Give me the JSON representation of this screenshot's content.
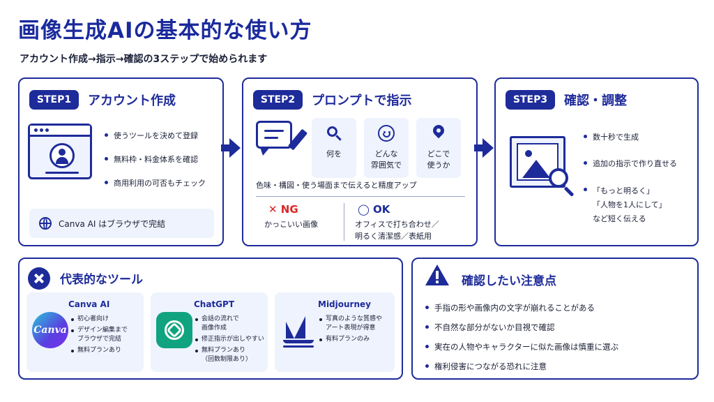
{
  "header": {
    "title": "画像生成AIの基本的な使い方",
    "subtitle": "アカウント作成→指示→確認の3ステップで始められます"
  },
  "steps": [
    {
      "badge": "STEP1",
      "title": "アカウント作成",
      "bullets": [
        "使うツールを決めて登録",
        "無料枠・料金体系を確認",
        "商用利用の可否もチェック"
      ],
      "note": "Canva AI はブラウザで完結"
    },
    {
      "badge": "STEP2",
      "title": "プロンプトで指示",
      "words": [
        {
          "icon": "search-icon",
          "label": "何を"
        },
        {
          "icon": "smile-icon",
          "label": "どんな\n雰囲気で"
        },
        {
          "icon": "location-pin-icon",
          "label": "どこで\n使うか"
        }
      ],
      "tip": "色味・構図・使う場面まで伝えると精度アップ",
      "ng": {
        "title": "✕ NG",
        "text": "かっこいい画像"
      },
      "ok": {
        "title": "◯ OK",
        "text": "オフィスで打ち合わせ／\n明るく清潔感／表紙用"
      }
    },
    {
      "badge": "STEP3",
      "title": "確認・調整",
      "bullets": [
        "数十秒で生成",
        "追加の指示で作り直せる",
        "「もっと明るく」\n「人物を1人にして」\nなど短く伝える"
      ]
    }
  ],
  "tools_section": {
    "title": "代表的なツール",
    "tools": [
      {
        "name": "Canva AI",
        "logo_text": "Canva",
        "features": [
          "初心者向け",
          "デザイン編集まで\nブラウザで完結",
          "無料プランあり"
        ]
      },
      {
        "name": "ChatGPT",
        "features": [
          "会話の流れで\n画像作成",
          "修正指示が出しやすい",
          "無料プランあり\n（回数制限あり）"
        ]
      },
      {
        "name": "Midjourney",
        "features": [
          "写真のような質感や\nアート表現が得意",
          "有料プランのみ"
        ]
      }
    ]
  },
  "warnings_section": {
    "title": "確認したい注意点",
    "items": [
      "手指の形や画像内の文字が崩れることがある",
      "不自然な部分がないか目視で確認",
      "実在の人物やキャラクターに似た画像は慎重に選ぶ",
      "権利侵害につながる恐れに注意"
    ]
  },
  "colors": {
    "primary": "#1e2b9a",
    "ng": "#d62828",
    "panel": "#eef3fd"
  }
}
